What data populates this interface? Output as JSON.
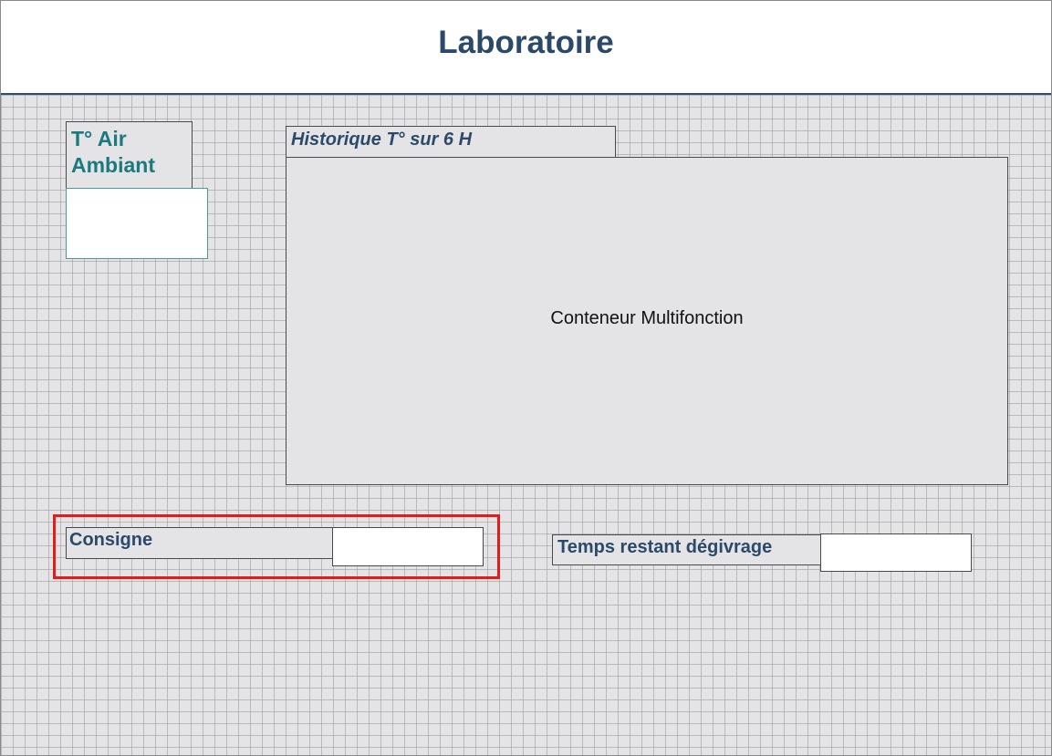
{
  "header": {
    "title": "Laboratoire"
  },
  "air_ambiant": {
    "label": "T° Air Ambiant",
    "value": ""
  },
  "historique": {
    "title": "Historique T° sur 6 H",
    "placeholder": "Conteneur Multifonction"
  },
  "consigne": {
    "label": "Consigne",
    "value": ""
  },
  "temps_restant": {
    "label": "Temps restant dégivrage",
    "value": ""
  },
  "colors": {
    "title_blue": "#2b4a6a",
    "teal_label": "#1a7a7e",
    "highlight_red": "#e31b1b",
    "grid_background": "#e4e4e6"
  }
}
